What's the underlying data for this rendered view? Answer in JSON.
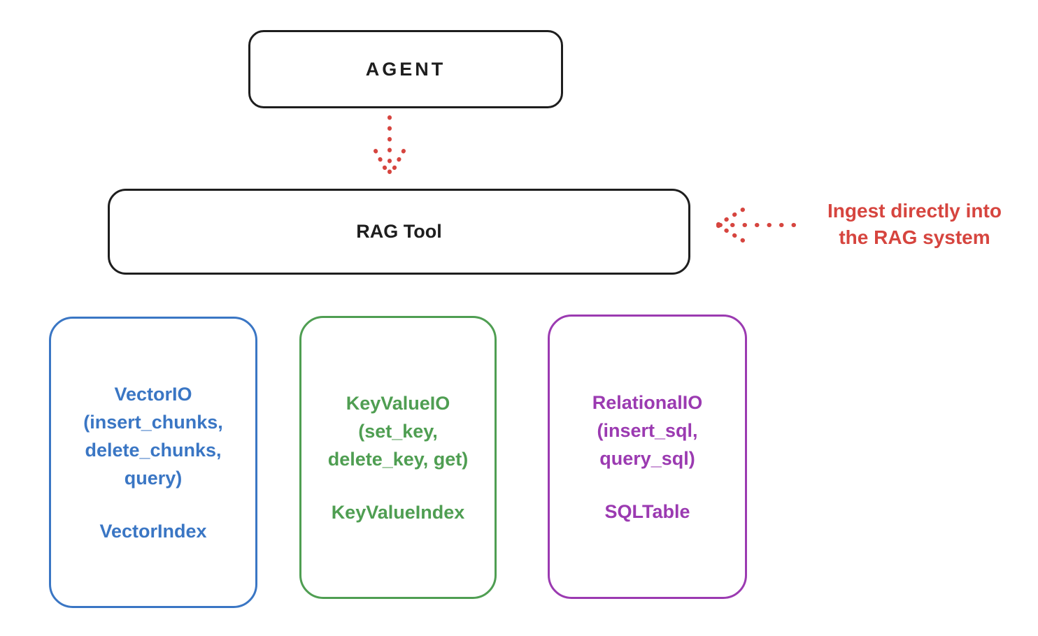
{
  "diagram": {
    "agent_box": {
      "label": "AGENT"
    },
    "rag_tool_box": {
      "label": "RAG Tool"
    },
    "annotation": {
      "line1": "Ingest directly into",
      "line2": "the RAG system"
    },
    "io_boxes": [
      {
        "id": "vector-io",
        "color": "#3a76c4",
        "lines": [
          "VectorIO",
          "(insert_chunks,",
          "delete_chunks,",
          "query)"
        ],
        "index_label": "VectorIndex"
      },
      {
        "id": "keyvalue-io",
        "color": "#4f9e52",
        "lines": [
          "KeyValueIO",
          "(set_key,",
          "delete_key, get)"
        ],
        "index_label": "KeyValueIndex"
      },
      {
        "id": "relational-io",
        "color": "#9b3ab1",
        "lines": [
          "RelationalIO",
          "(insert_sql,",
          "query_sql)"
        ],
        "index_label": "SQLTable"
      }
    ],
    "colors": {
      "stroke": "#1e1e1e",
      "red": "#d6453f"
    }
  }
}
